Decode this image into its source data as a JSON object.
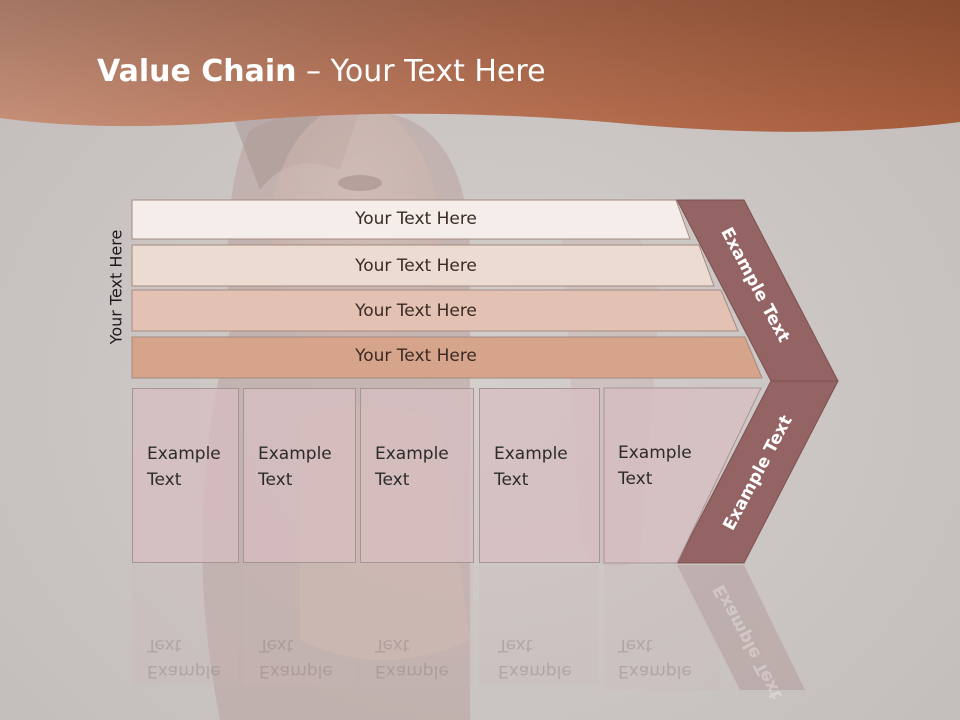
{
  "title": {
    "bold": "Value Chain",
    "rest": " – Your Text Here"
  },
  "side_label": "Your Text Here",
  "rows": [
    {
      "label": "Your Text Here",
      "color": "#f4ede9"
    },
    {
      "label": "Your Text Here",
      "color": "#ecdbd1"
    },
    {
      "label": "Your Text Here",
      "color": "#e3c2b4"
    },
    {
      "label": "Your Text Here",
      "color": "#d6a48a"
    }
  ],
  "boxes": [
    {
      "line1": "Example",
      "line2": "Text"
    },
    {
      "line1": "Example",
      "line2": "Text"
    },
    {
      "line1": "Example",
      "line2": "Text"
    },
    {
      "line1": "Example",
      "line2": "Text"
    },
    {
      "line1": "Example",
      "line2": "Text"
    }
  ],
  "chevron": {
    "upper_label": "Example Text",
    "lower_label": "Example Text",
    "color": "#946363"
  },
  "colors": {
    "header_start": "#c4856a",
    "header_end": "#a25a39",
    "accent": "#b5643f"
  }
}
